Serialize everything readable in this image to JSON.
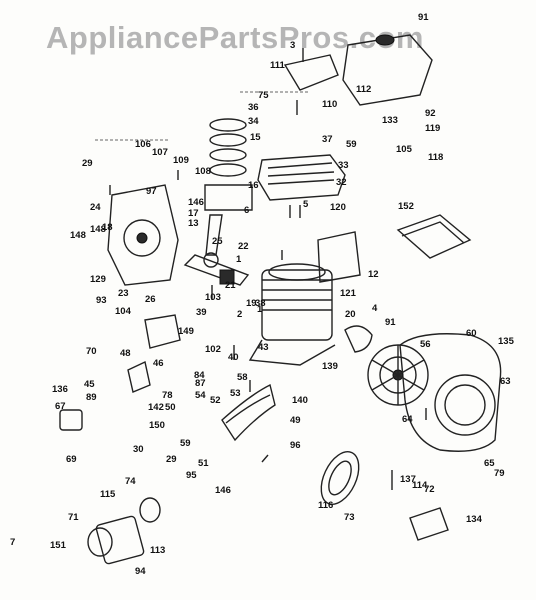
{
  "watermark": "AppliancePartsPros.com",
  "callouts": [
    "91",
    "3",
    "111",
    "75",
    "110",
    "112",
    "36",
    "34",
    "15",
    "37",
    "133",
    "92",
    "119",
    "59",
    "105",
    "118",
    "33",
    "106",
    "107",
    "109",
    "32",
    "29",
    "97",
    "108",
    "146",
    "16",
    "148",
    "6",
    "5",
    "120",
    "152",
    "24",
    "17",
    "13",
    "18",
    "148",
    "25",
    "22",
    "1",
    "129",
    "23",
    "26",
    "21",
    "12",
    "121",
    "93",
    "104",
    "103",
    "19",
    "38",
    "2",
    "39",
    "20",
    "4",
    "91",
    "149",
    "102",
    "40",
    "43",
    "60",
    "135",
    "56",
    "70",
    "48",
    "46",
    "45",
    "84",
    "58",
    "139",
    "63",
    "136",
    "89",
    "87",
    "54",
    "53",
    "140",
    "67",
    "78",
    "50",
    "142",
    "52",
    "49",
    "64",
    "69",
    "150",
    "30",
    "59",
    "29",
    "51",
    "95",
    "96",
    "65",
    "79",
    "74",
    "115",
    "116",
    "137",
    "71",
    "114",
    "72",
    "73",
    "134",
    "151",
    "113",
    "94",
    "146",
    "1",
    "7"
  ],
  "colors": {
    "ink": "#222222",
    "paper": "#fdfdfb",
    "watermark": "#b5b5b5"
  }
}
